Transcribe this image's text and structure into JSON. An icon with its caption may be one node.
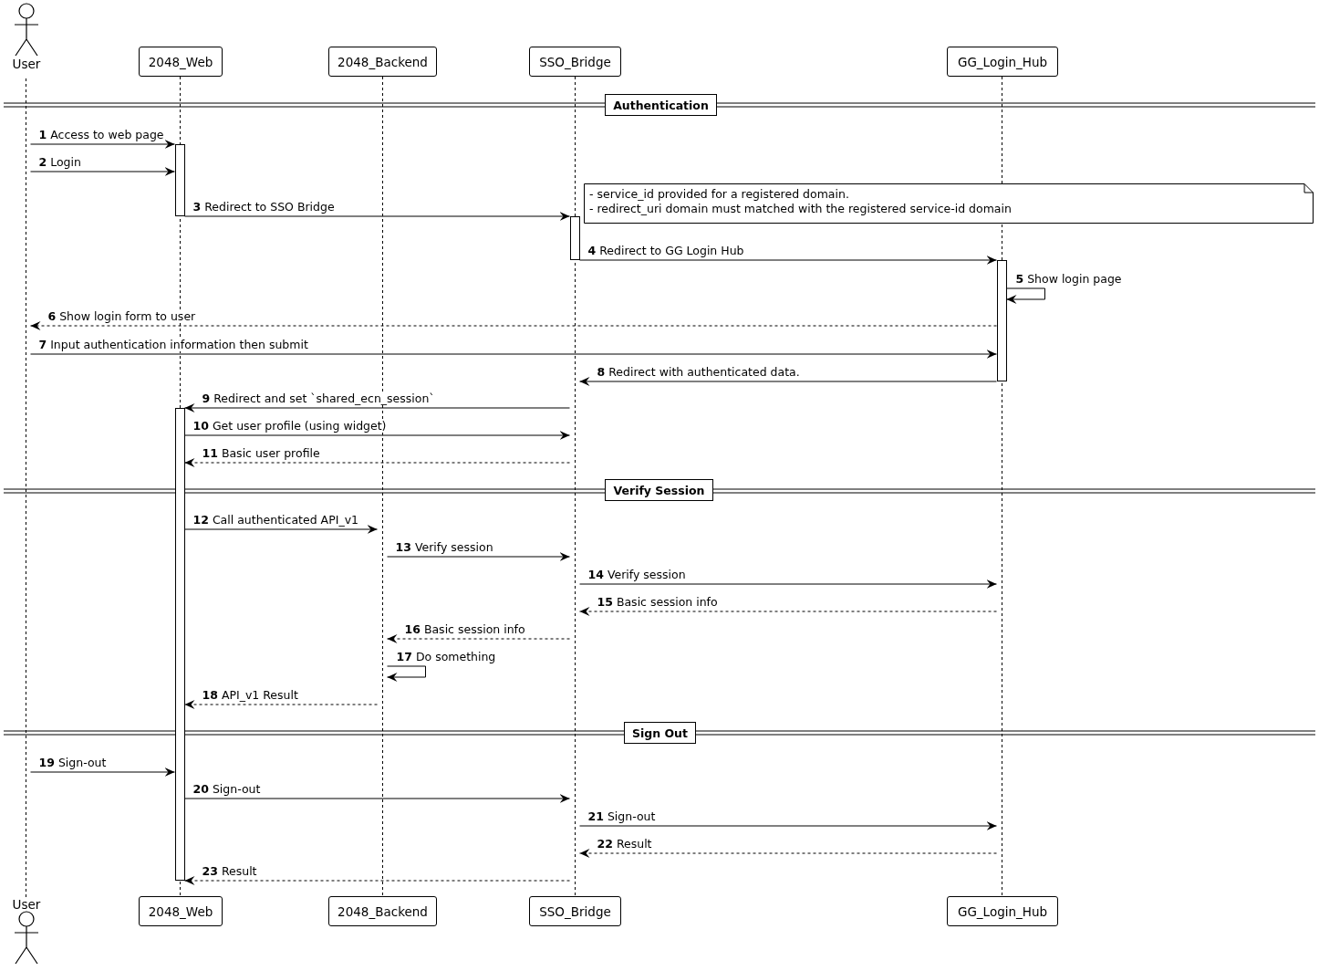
{
  "diagram": {
    "nodes": [
      {
        "text": [
          "User"
        ]
      },
      {
        "text": [
          "2048_Web"
        ]
      },
      {
        "text": [
          "2048_Backend"
        ]
      },
      {
        "text": [
          "SSO_Bridge"
        ]
      },
      {
        "text": [
          "GG_Login_Hub"
        ]
      },
      {
        "text": [],
        "shape": "bar"
      },
      {
        "text": [],
        "shape": "bar"
      },
      {
        "text": [],
        "shape": "bar"
      },
      {
        "text": [],
        "shape": "bar"
      },
      {
        "text": [],
        "shape": "bar"
      },
      {
        "text": [
          "Authentication"
        ]
      },
      {
        "text": [
          "- service_id provided for a registered domain.",
          "- redirect_uri domain must matched with the registered service-id domain"
        ]
      },
      {
        "text": [
          "Verify Session"
        ]
      },
      {
        "text": [
          "Sign Out"
        ]
      },
      {
        "text": [
          "User"
        ]
      },
      {
        "text": [
          "2048_Web"
        ]
      },
      {
        "text": [
          "2048_Backend"
        ]
      },
      {
        "text": [
          "SSO_Bridge"
        ]
      },
      {
        "text": [
          "GG_Login_Hub"
        ]
      }
    ],
    "edges": [
      {
        "from": 5,
        "to": 6,
        "arrow": "to",
        "label": "**1** Access to web page"
      },
      {
        "from": 5,
        "to": 6,
        "arrow": "to",
        "label": "**2** Login"
      },
      {
        "from": 6,
        "to": 8,
        "arrow": "to",
        "label": "**3** Redirect to SSO Bridge"
      },
      {
        "from": 8,
        "to": 9,
        "arrow": "to",
        "label": "**4** Redirect to GG Login Hub"
      },
      {
        "from": 9,
        "to": 9,
        "arrow": "to",
        "label": "**5** Show login page"
      },
      {
        "from": 9,
        "to": 5,
        "arrow": "to",
        "style": "dashed",
        "label": "**6** Show login form to user"
      },
      {
        "from": 5,
        "to": 9,
        "arrow": "to",
        "label": "**7** Input authentication information then submit"
      },
      {
        "from": 9,
        "to": 8,
        "arrow": "to",
        "label": "**8** Redirect with authenticated data."
      },
      {
        "from": 8,
        "to": 6,
        "arrow": "to",
        "label": "**9** Redirect and set `shared_ecn_session`"
      },
      {
        "from": 6,
        "to": 8,
        "arrow": "to",
        "label": "**10** Get user profile (using widget)"
      },
      {
        "from": 8,
        "to": 6,
        "arrow": "to",
        "style": "dashed",
        "label": "**11** Basic user profile"
      },
      {
        "from": 6,
        "to": 7,
        "arrow": "to",
        "label": "**12** Call authenticated API_v1"
      },
      {
        "from": 7,
        "to": 8,
        "arrow": "to",
        "label": "**13** Verify session"
      },
      {
        "from": 8,
        "to": 9,
        "arrow": "to",
        "label": "**14** Verify session"
      },
      {
        "from": 9,
        "to": 8,
        "arrow": "to",
        "style": "dashed",
        "label": "**15** Basic session info"
      },
      {
        "from": 8,
        "to": 7,
        "arrow": "to",
        "style": "dashed",
        "label": "**16** Basic session info"
      },
      {
        "from": 7,
        "to": 7,
        "arrow": "to",
        "label": "**17** Do something"
      },
      {
        "from": 7,
        "to": 6,
        "arrow": "to",
        "style": "dashed",
        "label": "**18** API_v1 Result"
      },
      {
        "from": 5,
        "to": 6,
        "arrow": "to",
        "label": "**19** Sign-out"
      },
      {
        "from": 6,
        "to": 8,
        "arrow": "to",
        "label": "**20** Sign-out"
      },
      {
        "from": 8,
        "to": 9,
        "arrow": "to",
        "label": "**21** Sign-out"
      },
      {
        "from": 9,
        "to": 8,
        "arrow": "to",
        "style": "dashed",
        "label": "**22** Result"
      },
      {
        "from": 8,
        "to": 6,
        "arrow": "to",
        "style": "dashed",
        "label": "**23** Result"
      }
    ]
  }
}
